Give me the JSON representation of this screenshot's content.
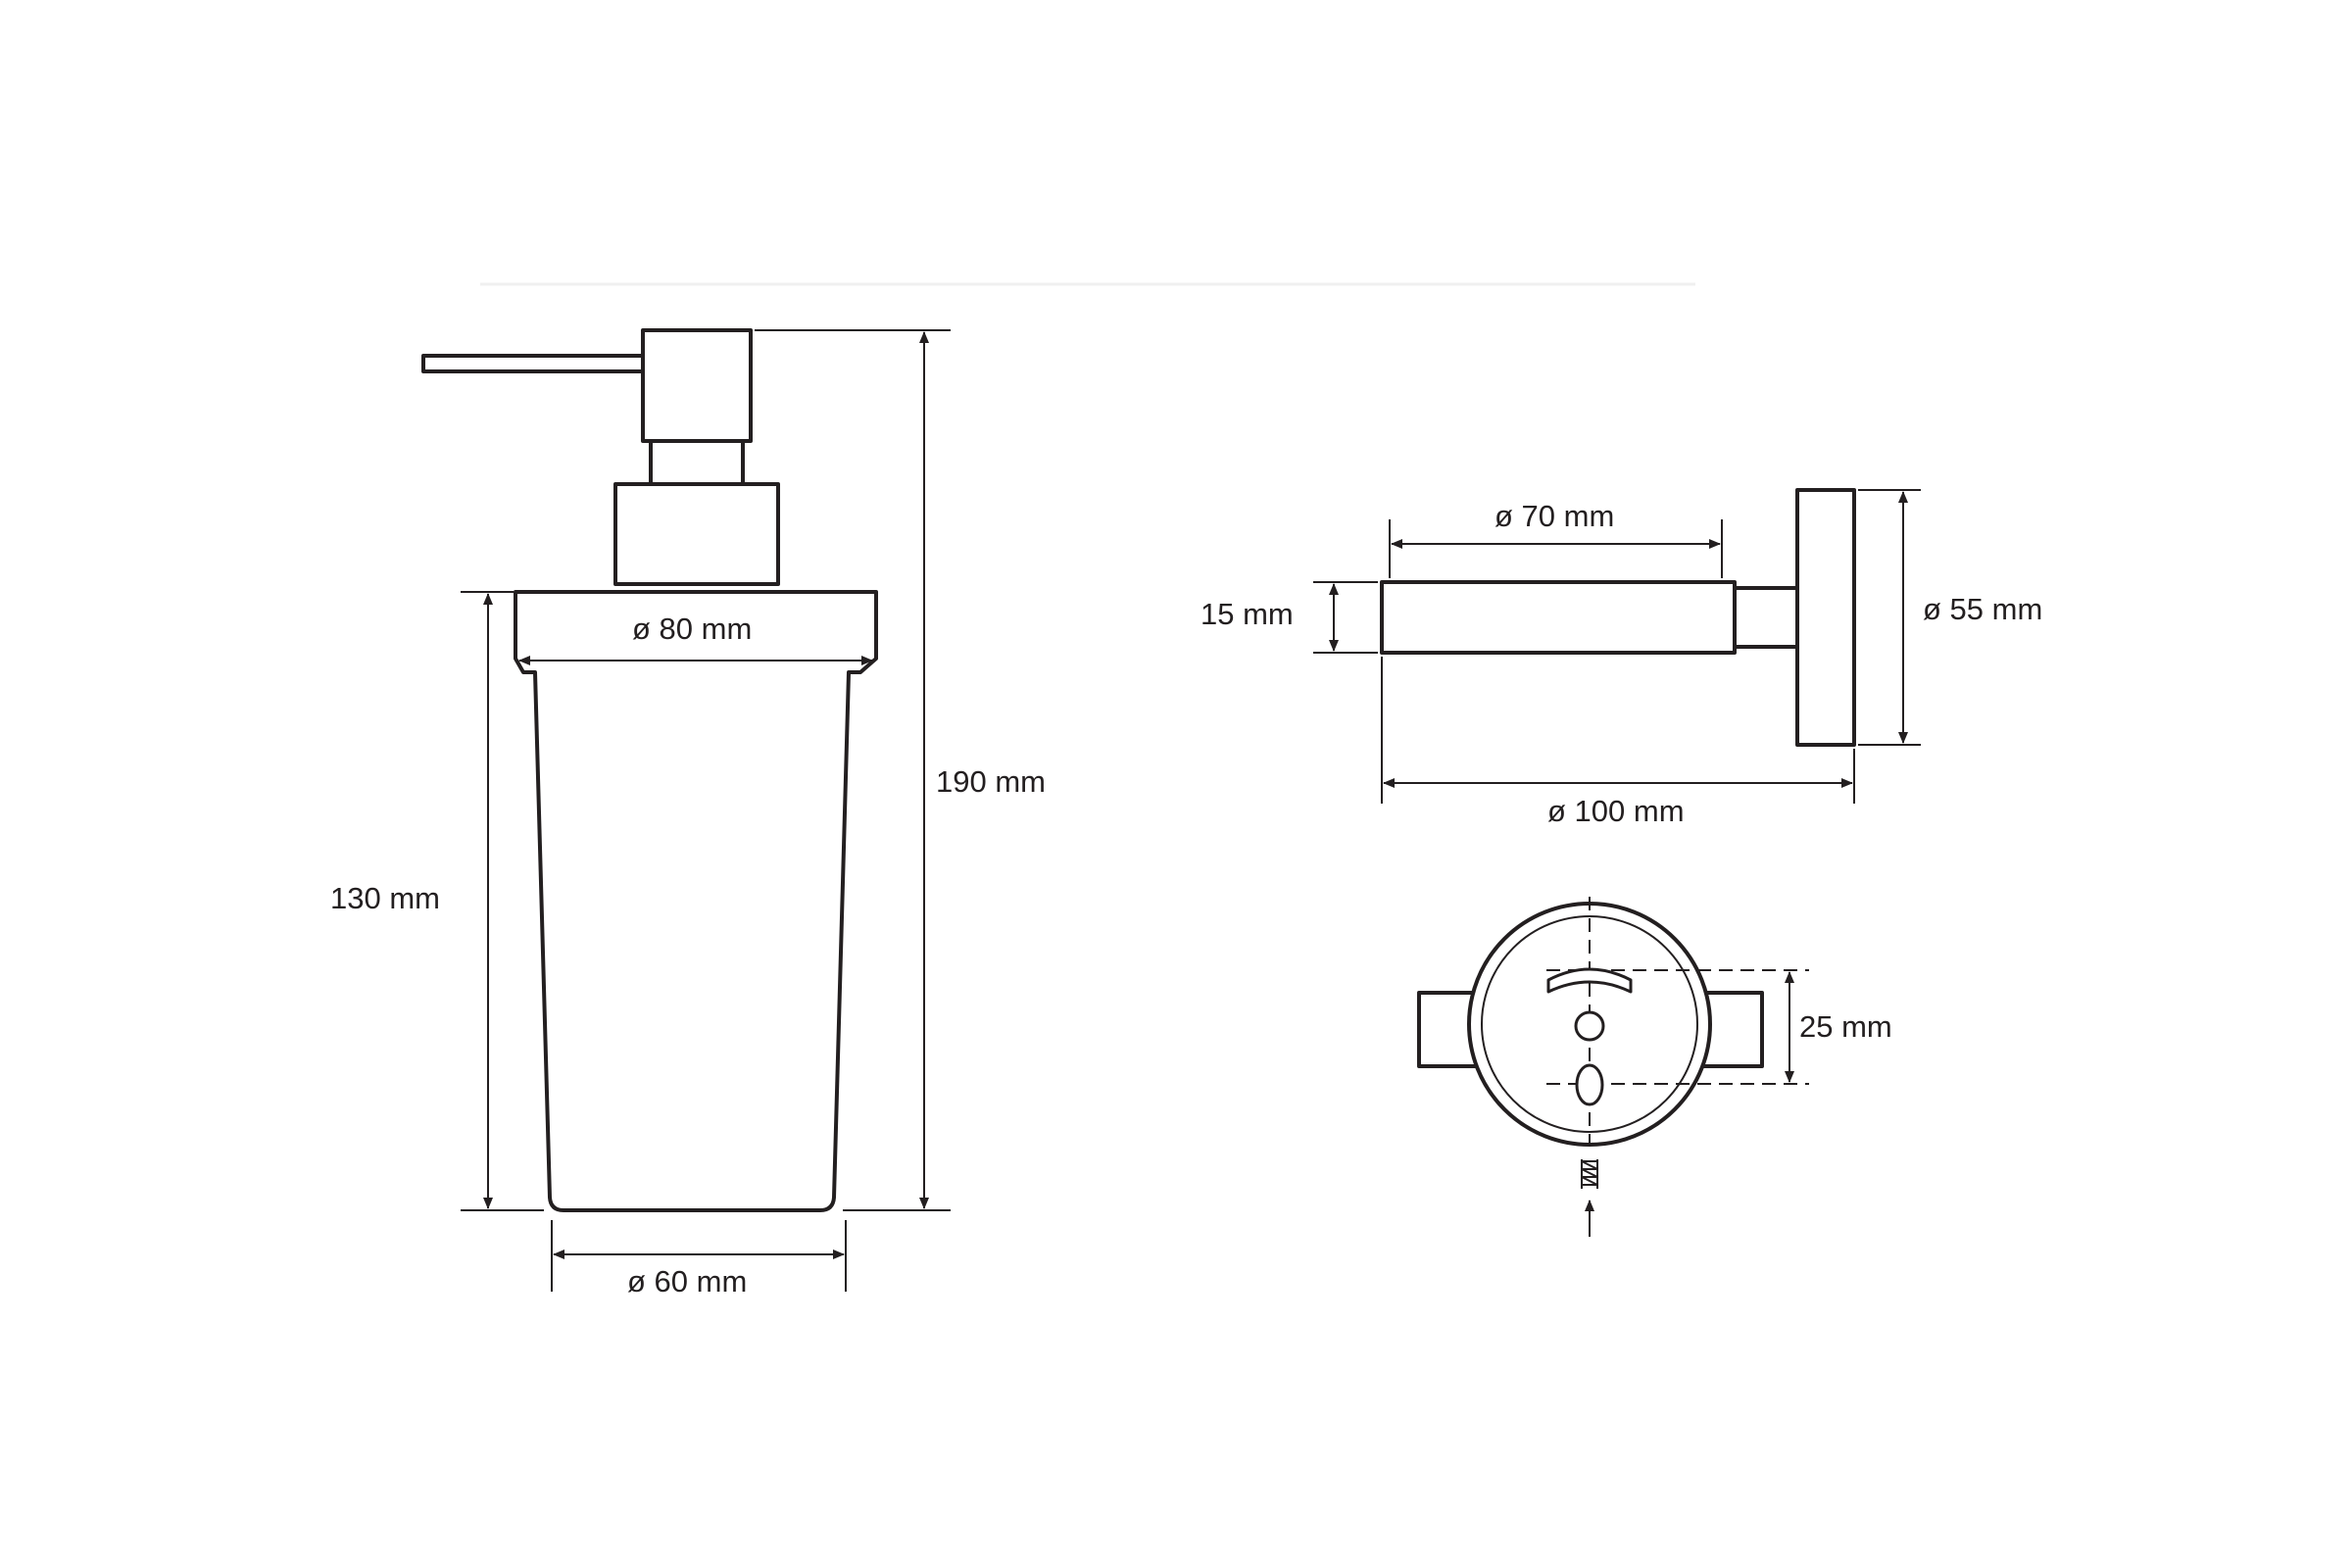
{
  "colors": {
    "line": "#231f20",
    "background": "#ffffff"
  },
  "dispenser": {
    "height_label": "190 mm",
    "container_height_label": "130 mm",
    "top_width_label": "ø 80 mm",
    "bottom_width_label": "ø 60 mm"
  },
  "holder": {
    "arm_length_label": "ø 70 mm",
    "arm_thickness_label": "15 mm",
    "plate_height_label": "ø 55 mm",
    "total_length_label": "ø 100 mm"
  },
  "mount": {
    "hole_spacing_label": "25 mm"
  }
}
